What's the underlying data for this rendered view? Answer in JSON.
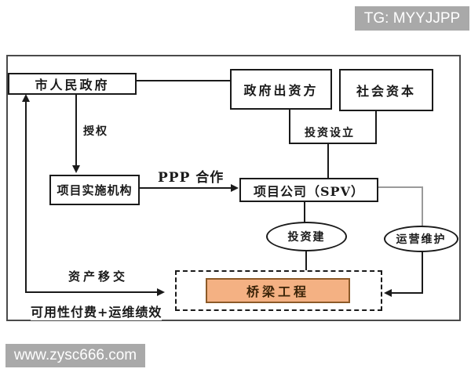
{
  "watermarks": {
    "top": "TG: MYYJJPP",
    "bottom": "www.zysc666.com"
  },
  "diagram": {
    "nodes": {
      "gov": "市人民政府",
      "investor": "政府出资方",
      "capital": "社会资本",
      "agency": "项目实施机构",
      "spv": "项目公司（SPV）",
      "invest_build": "投资建",
      "operation_maintenance": "运营维护",
      "bridge": "桥梁工程"
    },
    "labels": {
      "authorization": "授权",
      "investment_setup": "投资设立",
      "ppp_cooperation": "PPP 合作",
      "asset_transfer": "资产移交",
      "availability_payment": "可用性付费+运维绩效"
    }
  },
  "colors": {
    "line": "#1a1a1a",
    "gray_line": "#9a9a9a",
    "frame_border": "#4a4a4a",
    "bridge_fill": "#f4b183",
    "bridge_border": "#8c5a28",
    "watermark_bg": "#a9a9a9"
  }
}
